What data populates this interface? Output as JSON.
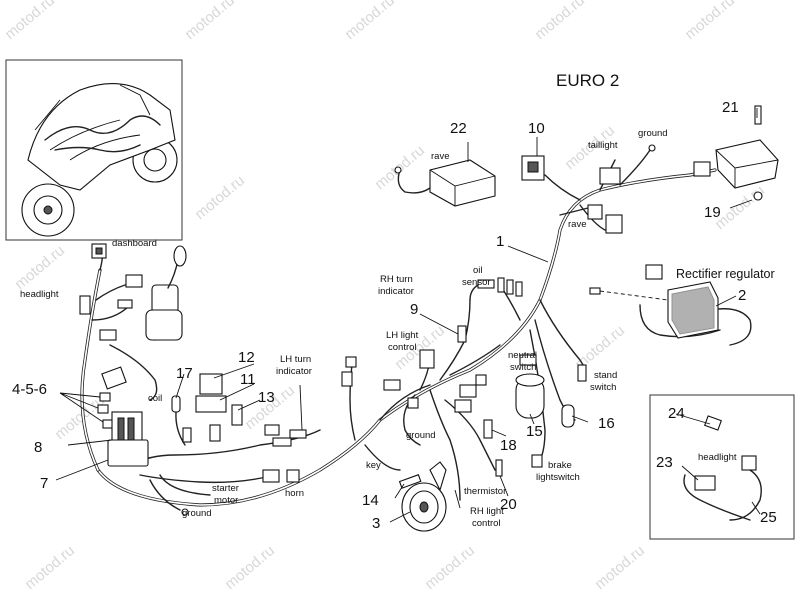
{
  "title": "EURO 2",
  "watermark": "motod.ru",
  "callouts": [
    {
      "id": "num-1",
      "text": "1"
    },
    {
      "id": "num-2",
      "text": "2"
    },
    {
      "id": "num-3",
      "text": "3"
    },
    {
      "id": "num-4-5-6",
      "text": "4-5-6"
    },
    {
      "id": "num-7",
      "text": "7"
    },
    {
      "id": "num-8",
      "text": "8"
    },
    {
      "id": "num-9",
      "text": "9"
    },
    {
      "id": "num-10",
      "text": "10"
    },
    {
      "id": "num-11",
      "text": "11"
    },
    {
      "id": "num-12",
      "text": "12"
    },
    {
      "id": "num-13",
      "text": "13"
    },
    {
      "id": "num-14",
      "text": "14"
    },
    {
      "id": "num-15",
      "text": "15"
    },
    {
      "id": "num-16",
      "text": "16"
    },
    {
      "id": "num-17",
      "text": "17"
    },
    {
      "id": "num-18",
      "text": "18"
    },
    {
      "id": "num-19",
      "text": "19"
    },
    {
      "id": "num-20",
      "text": "20"
    },
    {
      "id": "num-21",
      "text": "21"
    },
    {
      "id": "num-22",
      "text": "22"
    },
    {
      "id": "num-23",
      "text": "23"
    },
    {
      "id": "num-24",
      "text": "24"
    },
    {
      "id": "num-25",
      "text": "25"
    }
  ],
  "labels": {
    "dashboard": "dashboard",
    "headlight": "headlight",
    "coil": "coil",
    "lh_turn_1": "LH turn",
    "lh_turn_2": "indicator",
    "starter_1": "starter",
    "starter_2": "motor",
    "ground_bottom": "ground",
    "horn": "horn",
    "key": "key",
    "rh_turn_1": "RH turn",
    "rh_turn_2": "indicator",
    "oil_1": "oil",
    "oil_2": "sensor",
    "lh_light_1": "LH light",
    "lh_light_2": "control",
    "ground_mid": "ground",
    "neutral_1": "neutral",
    "neutral_2": "switch",
    "stand_1": "stand",
    "stand_2": "switch",
    "brake_1": "brake",
    "brake_2": "lightswitch",
    "thermistor": "thermistor",
    "rh_light_1": "RH light",
    "rh_light_2": "control",
    "rave_top": "rave",
    "rave_mid": "rave",
    "taillight": "taillight",
    "ground_top": "ground",
    "rectifier": "Rectifier regulator",
    "inset_headlight": "headlight"
  }
}
